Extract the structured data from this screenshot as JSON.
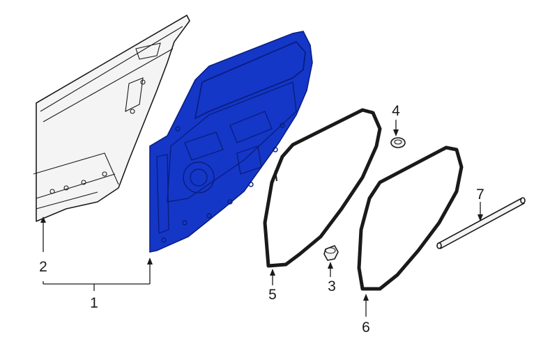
{
  "colors": {
    "highlight": "#1437c8",
    "highlight_dark": "#0a1e80",
    "line": "#1a1a1a",
    "part_fill": "#f4f4f4"
  },
  "callouts": {
    "c1": "1",
    "c2": "2",
    "c3": "3",
    "c4": "4",
    "c5": "5",
    "c6": "6",
    "c7": "7"
  }
}
